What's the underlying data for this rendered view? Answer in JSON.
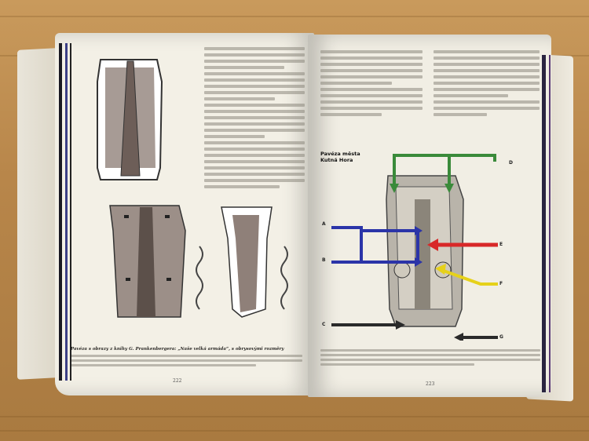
{
  "left_page": {
    "caption_title": "Pavéza s obrazy z knihy G. Prankenbergera: „Naše velká armáda“, s obrysovými rozměry",
    "page_number": "222"
  },
  "right_page": {
    "diagram_title_line1": "Pavéza města",
    "diagram_title_line2": "Kutná Hora",
    "labels": [
      "A",
      "B",
      "C",
      "D",
      "E",
      "F",
      "G"
    ],
    "page_number": "223"
  },
  "colors": {
    "green": "#3a8a3a",
    "blue": "#2b34a8",
    "red": "#d82828",
    "yellow": "#e6d11a",
    "black": "#2a2a2a"
  }
}
